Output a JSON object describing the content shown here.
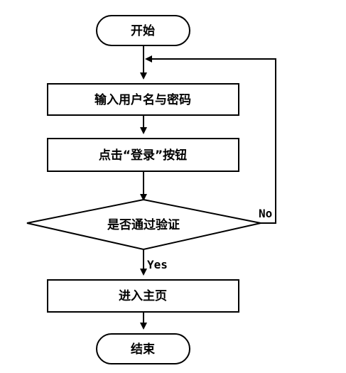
{
  "flowchart": {
    "nodes": {
      "start": {
        "label": "开始",
        "shape": "terminator"
      },
      "input": {
        "label": "输入用户名与密码",
        "shape": "process"
      },
      "click": {
        "label": "点击“登录”按钮",
        "shape": "process"
      },
      "check": {
        "label": "是否通过验证",
        "shape": "decision"
      },
      "home": {
        "label": "进入主页",
        "shape": "process"
      },
      "end": {
        "label": "结束",
        "shape": "terminator"
      }
    },
    "edges": {
      "no": {
        "label": "No"
      },
      "yes": {
        "label": "Yes"
      }
    },
    "colors": {
      "stroke": "#000000",
      "fill": "#ffffff",
      "text": "#000000"
    }
  }
}
